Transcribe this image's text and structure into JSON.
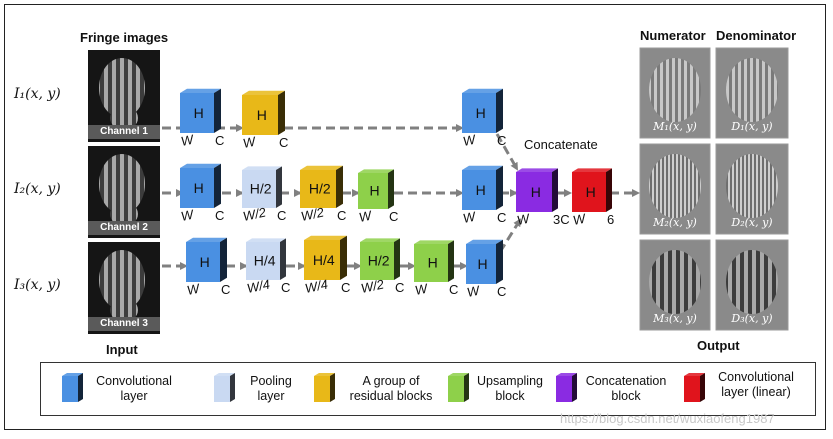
{
  "headings": {
    "fringe_images": "Fringe images",
    "input": "Input",
    "output": "Output",
    "numerator": "Numerator",
    "denominator": "Denominator",
    "concatenate": "Concatenate"
  },
  "input_channels": [
    {
      "var": "I₁(x, y)",
      "label": "Channel 1"
    },
    {
      "var": "I₂(x, y)",
      "label": "Channel 2"
    },
    {
      "var": "I₃(x, y)",
      "label": "Channel 3"
    }
  ],
  "outputs": [
    {
      "numerator": "M₁(x, y)",
      "denominator": "D₁(x, y)"
    },
    {
      "numerator": "M₂(x, y)",
      "denominator": "D₂(x, y)"
    },
    {
      "numerator": "M₃(x, y)",
      "denominator": "D₃(x, y)"
    }
  ],
  "colors": {
    "conv": "#4a90e2",
    "pool": "#c9d9f2",
    "residual": "#e8b818",
    "upsample": "#8ed04a",
    "concat": "#8a2be2",
    "conv_linear": "#e0141c",
    "arrow": "#808080"
  },
  "blocks": [
    {
      "id": "r1-conv1",
      "type": "conv",
      "face": "H",
      "w": "W",
      "c": "C"
    },
    {
      "id": "r1-res",
      "type": "residual",
      "face": "H",
      "w": "W",
      "c": "C"
    },
    {
      "id": "r1-conv2",
      "type": "conv",
      "face": "H",
      "w": "W",
      "c": "C"
    },
    {
      "id": "r2-conv1",
      "type": "conv",
      "face": "H",
      "w": "W",
      "c": "C"
    },
    {
      "id": "r2-pool",
      "type": "pool",
      "face": "H/2",
      "w": "W/2",
      "c": "C"
    },
    {
      "id": "r2-res",
      "type": "residual",
      "face": "H/2",
      "w": "W/2",
      "c": "C"
    },
    {
      "id": "r2-up",
      "type": "upsample",
      "face": "H",
      "w": "W",
      "c": "C"
    },
    {
      "id": "r2-conv2",
      "type": "conv",
      "face": "H",
      "w": "W",
      "c": "C"
    },
    {
      "id": "r3-conv1",
      "type": "conv",
      "face": "H",
      "w": "W",
      "c": "C"
    },
    {
      "id": "r3-pool",
      "type": "pool",
      "face": "H/4",
      "w": "W/4",
      "c": "C"
    },
    {
      "id": "r3-res",
      "type": "residual",
      "face": "H/4",
      "w": "W/4",
      "c": "C"
    },
    {
      "id": "r3-up1",
      "type": "upsample",
      "face": "H/2",
      "w": "W/2",
      "c": "C"
    },
    {
      "id": "r3-up2",
      "type": "upsample",
      "face": "H",
      "w": "W",
      "c": "C"
    },
    {
      "id": "r3-conv2",
      "type": "conv",
      "face": "H",
      "w": "W",
      "c": "C"
    },
    {
      "id": "concat",
      "type": "concat",
      "face": "H",
      "w": "W",
      "c": "3C"
    },
    {
      "id": "final",
      "type": "conv_linear",
      "face": "H",
      "w": "W",
      "c": "6"
    }
  ],
  "legend": [
    {
      "type": "conv",
      "lines": [
        "Convolutional",
        "layer"
      ]
    },
    {
      "type": "pool",
      "lines": [
        "Pooling",
        "layer"
      ]
    },
    {
      "type": "residual",
      "lines": [
        "A group of",
        "residual blocks"
      ]
    },
    {
      "type": "upsample",
      "lines": [
        "Upsampling",
        "block"
      ]
    },
    {
      "type": "concat",
      "lines": [
        "Concatenation",
        "block"
      ]
    },
    {
      "type": "conv_linear",
      "lines": [
        "Convolutional",
        "layer (linear)"
      ]
    }
  ],
  "watermark": "https://blog.csdn.net/wuxiaofeng1987"
}
